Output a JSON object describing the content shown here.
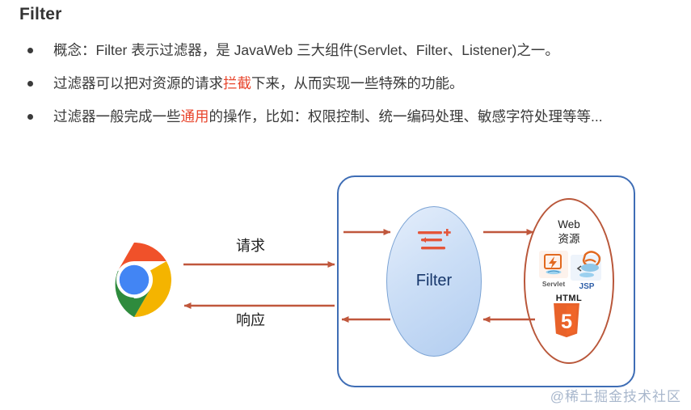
{
  "header": {
    "title": "Filter"
  },
  "bullets": [
    {
      "id": "bullet-concept",
      "segments": [
        {
          "text": "概念：Filter 表示过滤器，是 JavaWeb 三大组件(Servlet、Filter、Listener)之一。",
          "highlight": false
        }
      ]
    },
    {
      "id": "bullet-intercept",
      "segments": [
        {
          "text": "过滤器可以把对资源的请求",
          "highlight": false
        },
        {
          "text": "拦截",
          "highlight": true
        },
        {
          "text": "下来，从而实现一些特殊的功能。",
          "highlight": false
        }
      ]
    },
    {
      "id": "bullet-general",
      "segments": [
        {
          "text": "过滤器一般完成一些",
          "highlight": false
        },
        {
          "text": "通用",
          "highlight": true
        },
        {
          "text": "的操作，比如：权限控制、统一编码处理、敏感字符处理等等...",
          "highlight": false
        }
      ]
    }
  ],
  "diagram": {
    "client_icon": "chrome-logo",
    "filter_node": {
      "label": "Filter",
      "glyph": "filter-lines-plus-icon"
    },
    "web_resource_node": {
      "line1": "Web",
      "line2": "资源",
      "resources": [
        {
          "name": "servlet-icon",
          "caption": "Servlet"
        },
        {
          "name": "jsp-icon",
          "caption": "JSP"
        },
        {
          "name": "html5-icon",
          "caption": "HTML",
          "digit": "5"
        }
      ]
    },
    "arrows": [
      {
        "name": "request-arrow-outer",
        "label": "请求",
        "direction": "right"
      },
      {
        "name": "response-arrow-outer",
        "label": "响应",
        "direction": "left"
      },
      {
        "name": "request-arrow-to-filter",
        "label": "",
        "direction": "right"
      },
      {
        "name": "request-arrow-to-resource",
        "label": "",
        "direction": "right"
      },
      {
        "name": "response-arrow-from-resource",
        "label": "",
        "direction": "left"
      },
      {
        "name": "response-arrow-from-filter",
        "label": "",
        "direction": "left"
      }
    ]
  },
  "watermark": {
    "text": "@稀土掘金技术社区"
  },
  "colors": {
    "highlight": "#e8452c",
    "arrow": "#c0573c",
    "box_border": "#3e6db5",
    "filter_fill": "#c5daf5",
    "web_border": "#b9573a",
    "watermark": "#9aabc4"
  }
}
